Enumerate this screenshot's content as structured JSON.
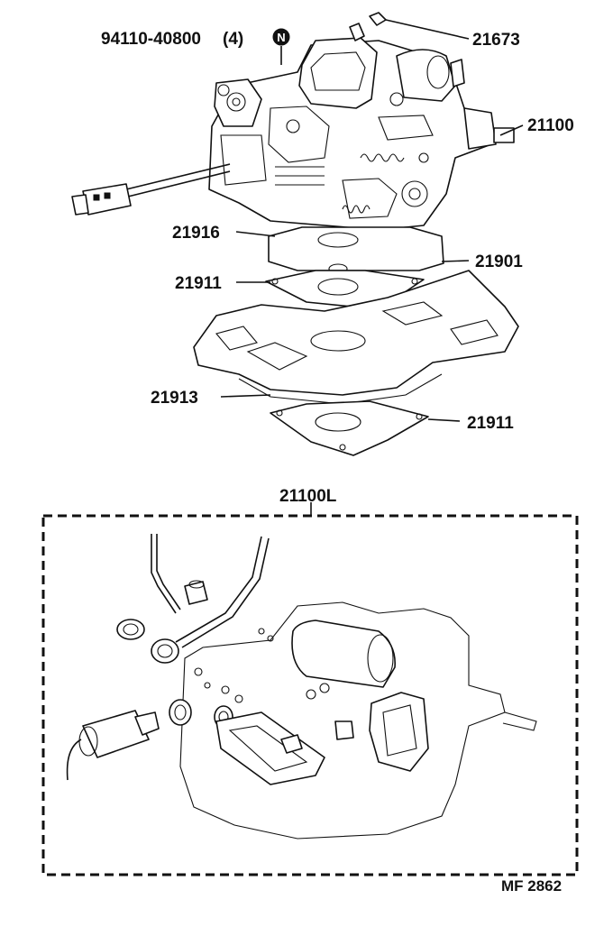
{
  "labels": {
    "bolt_part": "94110-40800",
    "bolt_qty": "(4)",
    "n_symbol": "N",
    "p21673": "21673",
    "p21100": "21100",
    "p21916": "21916",
    "p21901": "21901",
    "p21911_top": "21911",
    "p21913": "21913",
    "p21911_bottom": "21911",
    "kit": "21100L",
    "figure_code": "MF 2862"
  }
}
